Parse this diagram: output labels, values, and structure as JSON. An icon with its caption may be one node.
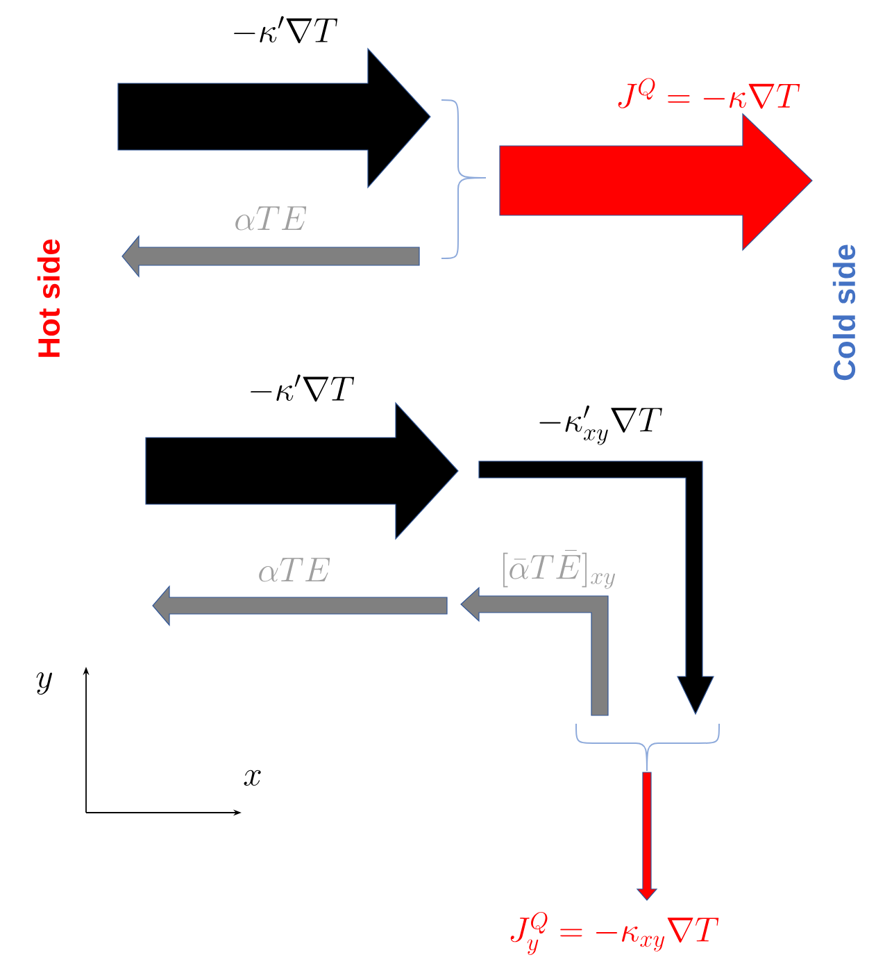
{
  "diagram": {
    "labels": [
      "Hot side",
      "Cold side",
      "-\\kappa'\\nabla T",
      "J^{Q} = -\\kappa\\nabla T",
      "\\alpha T E",
      "-\\kappa'\\nabla T",
      "-\\kappa'_{xy}\\nabla T",
      "\\alpha T E",
      "[\\bar{\\alpha} T \\bar{E}]_{xy}",
      "y",
      "x",
      "J^{Q}_{y} = -\\kappa_{xy}\\nabla T"
    ]
  }
}
